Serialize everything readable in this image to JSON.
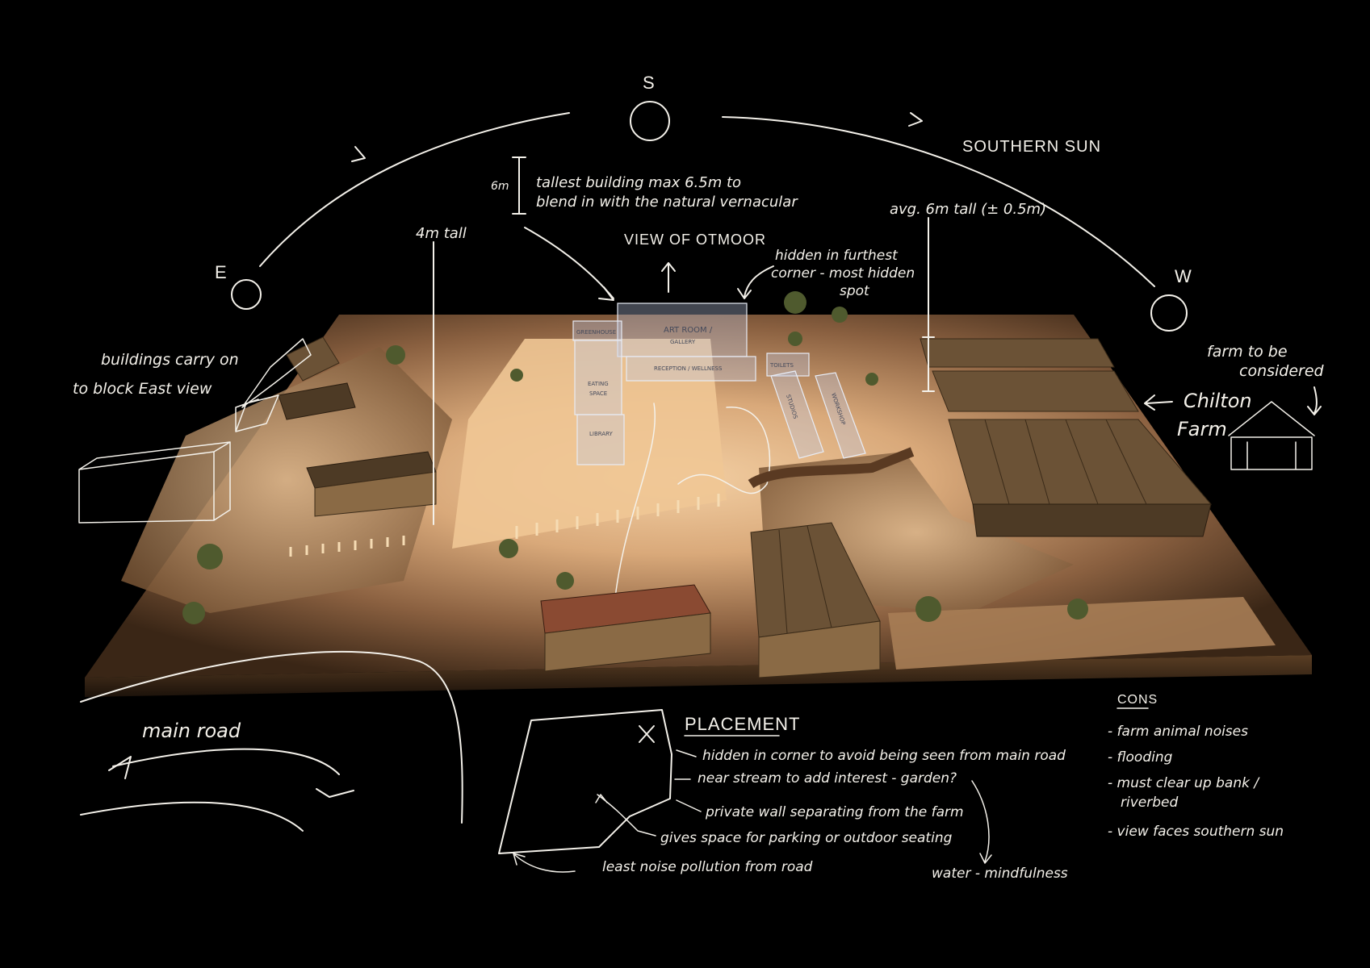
{
  "annotations": {
    "compass_south": "S",
    "compass_east": "E",
    "compass_west": "W",
    "southern_sun": "SOUTHERN SUN",
    "height_6m": "6m",
    "tallest_building": "tallest building max 6.5m to",
    "tallest_building_2": "blend in with the natural vernacular",
    "four_m_tall": "4m tall",
    "view_of_otmoor": "VIEW OF OTMOOR",
    "hidden_corner_1": "hidden in furthest",
    "hidden_corner_2": "corner - most hidden",
    "hidden_corner_3": "spot",
    "avg_height": "avg. 6m tall (± 0.5m)",
    "buildings_carry_1": "buildings carry on",
    "buildings_carry_2": "to block East view",
    "farm_considered_1": "farm to be",
    "farm_considered_2": "considered",
    "chilton_farm_1": "Chilton",
    "chilton_farm_2": "Farm",
    "main_road": "main road",
    "placement_title": "PLACEMENT",
    "placement_1": "hidden in corner to avoid being seen from main road",
    "placement_2": "near stream to add interest - garden?",
    "placement_3": "private wall separating from the farm",
    "placement_4": "gives space for parking or outdoor seating",
    "placement_5": "least noise pollution from road",
    "placement_6": "water - mindfulness",
    "cons_title": "CONS",
    "cons_1": "- farm animal noises",
    "cons_2": "- flooding",
    "cons_3": "- must clear up bank /",
    "cons_4": "riverbed",
    "cons_5": "- view faces southern sun"
  },
  "model_labels": {
    "art_room": "ART ROOM /",
    "gallery": "GALLERY",
    "reception": "RECEPTION / WELLNESS",
    "greenhouse": "GREENHOUSE",
    "eating_space": "EATING",
    "eating_space_2": "SPACE",
    "library": "LIBRARY",
    "toilets": "TOILETS",
    "studios": "STUDIOS",
    "workshop": "WORKSHOP"
  },
  "colors": {
    "background": "#000000",
    "ink": "#f4f1ea",
    "board_light": "#e0b58a",
    "board_dark": "#6b4a2c",
    "glass": "#bec8e6"
  }
}
